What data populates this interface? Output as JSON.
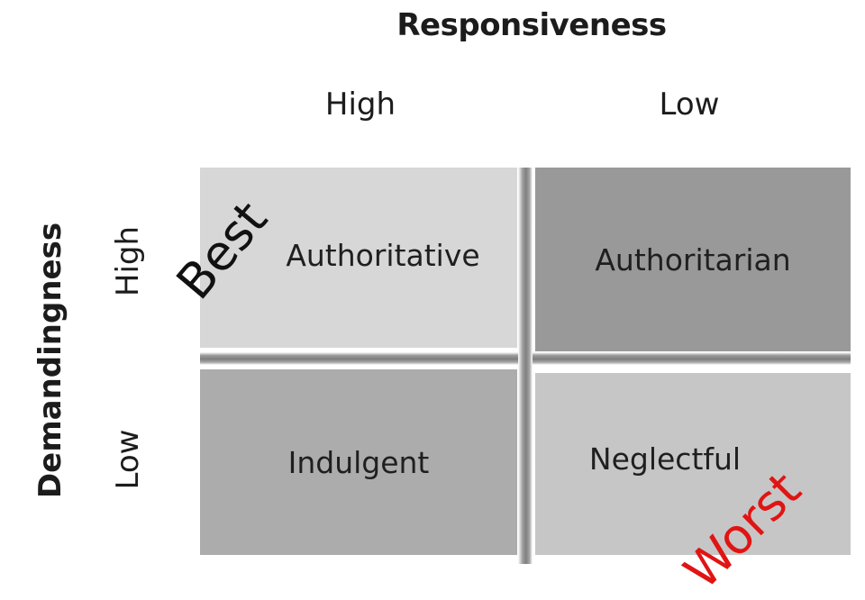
{
  "axes": {
    "x_title": "Responsiveness",
    "x_categories": [
      "High",
      "Low"
    ],
    "y_title": "Demandingness",
    "y_categories": [
      "High",
      "Low"
    ]
  },
  "quadrants": {
    "high_high": "Authoritative",
    "high_low": "Authoritarian",
    "low_high": "Indulgent",
    "low_low": "Neglectful"
  },
  "annotations": {
    "best": "Best",
    "worst": "Worst"
  },
  "colors": {
    "top_left": "#d7d7d7",
    "top_right": "#999999",
    "bottom_left": "#acacac",
    "bottom_right": "#c6c6c6",
    "worst_text": "#e11414"
  }
}
